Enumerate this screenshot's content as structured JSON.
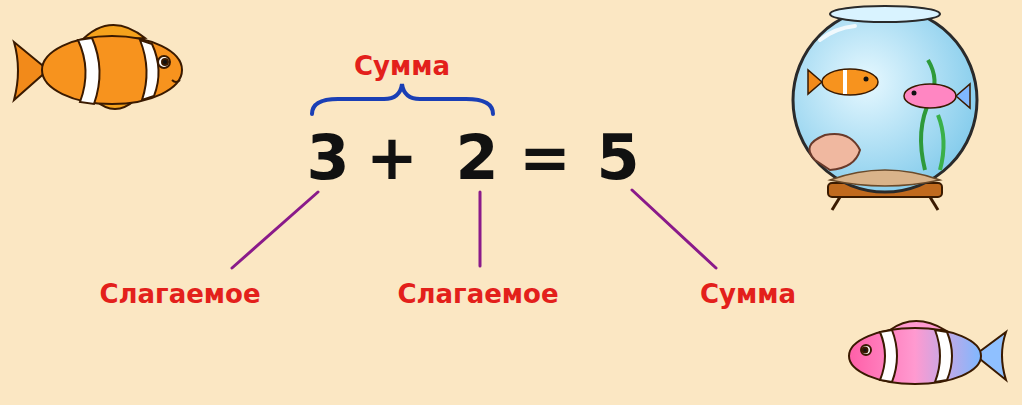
{
  "diagram": {
    "labels": [
      "Сумма",
      "3",
      "+",
      "2",
      "=",
      "5",
      "Слагаемое",
      "Слагаемое",
      "Сумма"
    ]
  }
}
